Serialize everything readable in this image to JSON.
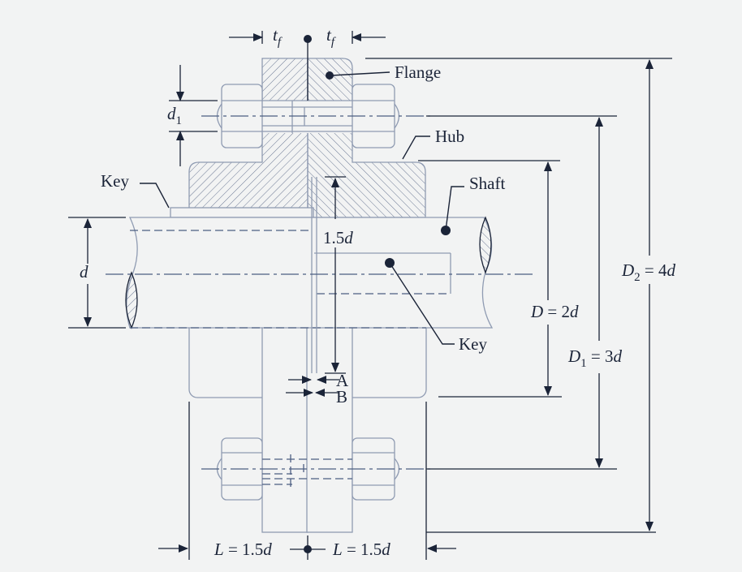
{
  "labels": {
    "flange": "Flange",
    "hub": "Hub",
    "shaft": "Shaft",
    "key_left": "Key",
    "key_right": "Key",
    "point_a": "A",
    "point_b": "B"
  },
  "dimensions": {
    "tf_left": "t",
    "tf_left_sub": "f",
    "tf_right": "t",
    "tf_right_sub": "f",
    "d1": "d",
    "d1_sub": "1",
    "d_shaft": "d",
    "hub_length_val": "1.5",
    "hub_length_var": "d",
    "D_var": "D",
    "D_eq": " = 2",
    "D_var2": "d",
    "D1_var": "D",
    "D1_sub": "1",
    "D1_eq": " = 3",
    "D1_var2": "d",
    "D2_var": "D",
    "D2_sub": "2",
    "D2_eq": " = 4",
    "D2_var2": "d",
    "L_left_var": "L",
    "L_left_eq": " = 1.5",
    "L_left_var2": "d",
    "L_right_var": "L",
    "L_right_eq": " = 1.5",
    "L_right_var2": "d"
  },
  "colors": {
    "outline": "#8f9bb2",
    "dimension": "#1b2438",
    "hidden": "#4d5f82",
    "background": "#f2f3f3"
  }
}
